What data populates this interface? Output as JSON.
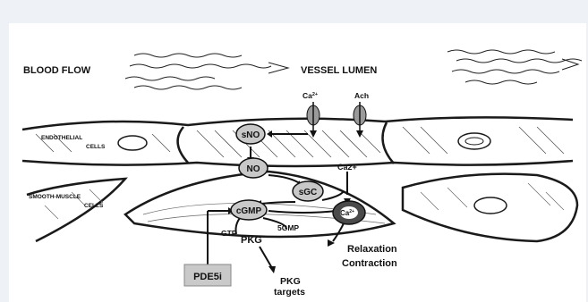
{
  "labels": {
    "blood_flow": "BLOOD FLOW",
    "vessel_lumen": "VESSEL LUMEN",
    "ca_top_base": "Ca",
    "ca_top_sup": "2+",
    "ach": "Ach",
    "endothelial_1": "ENDOTHELIAL",
    "endothelial_2": "CELLS",
    "smooth_1": "SMOOTH-MUSCLE",
    "smooth_2": "CELLS",
    "sno": "sNO",
    "no": "NO",
    "sgc": "sGC",
    "ca2plus": "Ca2+",
    "cgmp": "cGMP",
    "ca_node_base": "Ca",
    "ca_node_sup": "2+",
    "gtp": "GTP",
    "fivegmp": "5GMP",
    "pkg": "PKG",
    "relaxation": "Relaxation",
    "contraction": "Contraction",
    "pde5i": "PDE5i",
    "pkg_targets_1": "PKG",
    "pkg_targets_2": "targets"
  },
  "colors": {
    "background": "#eef1f6",
    "panel": "#ffffff",
    "node_fill": "#c8c8c8",
    "pde5i_box": "#c9c9c9",
    "ink": "#111111"
  }
}
